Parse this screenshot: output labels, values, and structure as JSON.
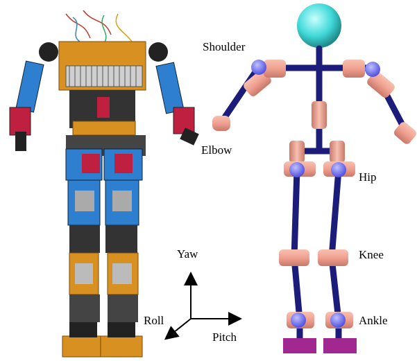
{
  "labels": {
    "shoulder": "Shoulder",
    "elbow": "Elbow",
    "hip": "Hip",
    "knee": "Knee",
    "ankle": "Ankle"
  },
  "axes": {
    "yaw": "Yaw",
    "roll": "Roll",
    "pitch": "Pitch"
  },
  "colors": {
    "link_blue": "#1c1c7a",
    "actuator_pink": "#f0a090",
    "joint_purple": "#7070f0",
    "head_cyan": "#40d8d8",
    "foot_magenta": "#a02890",
    "robot_blue": "#2f7fd0",
    "robot_orange": "#d89020",
    "robot_red": "#c02040"
  }
}
